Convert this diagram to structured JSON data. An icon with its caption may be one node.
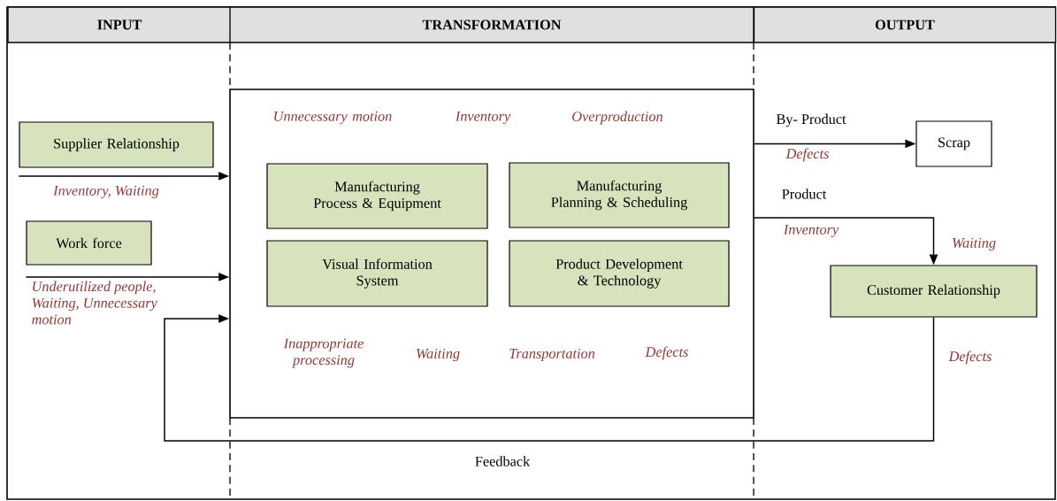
{
  "diagram": {
    "nodes": [
      {
        "text": [
          "Supplier Relationship"
        ]
      },
      {
        "text": [
          "Work force"
        ]
      },
      {
        "text": [
          "Unnecessary motion",
          "Inventory",
          "Overproduction",
          "Inappropriate processing",
          "Waiting",
          "Transportation",
          "Defects"
        ]
      },
      {
        "text": [
          "Manufacturing Process & Equipment"
        ],
        "in": 2
      },
      {
        "text": [
          "Manufacturing Planning & Scheduling"
        ],
        "in": 2
      },
      {
        "text": [
          "Visual Information System"
        ],
        "in": 2
      },
      {
        "text": [
          "Product Development & Technology"
        ],
        "in": 2
      },
      {
        "text": [
          "Scrap"
        ]
      },
      {
        "text": [
          "Customer Relationship"
        ]
      }
    ],
    "edges": [
      {
        "from": 0,
        "to": 2,
        "arrow": "to",
        "label": "Inventory, Waiting"
      },
      {
        "from": 1,
        "to": 2,
        "arrow": "to",
        "label": "Underutilized people, Waiting, Unnecessary motion"
      },
      {
        "from": 8,
        "to": 2,
        "arrow": "to",
        "label": "Feedback"
      },
      {
        "from": 2,
        "to": 7,
        "arrow": "to",
        "label": "By- Product"
      },
      {
        "from": 2,
        "to": 8,
        "arrow": "to",
        "label": "Product"
      }
    ],
    "labels": [
      "INPUT",
      "TRANSFORMATION",
      "OUTPUT",
      "Defects",
      "Inventory",
      "Waiting",
      "Defects"
    ]
  }
}
